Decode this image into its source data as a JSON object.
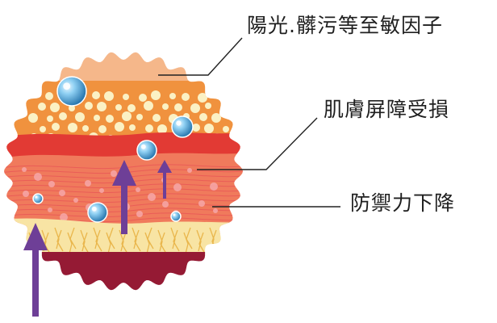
{
  "labels": {
    "external_factors": "陽光.髒污等至敏因子",
    "barrier_damaged": "肌膚屏障受損",
    "defense_decreased": "防禦力下降"
  },
  "colors": {
    "top_layer": "#f5b78a",
    "dots_layer": "#f0923e",
    "dot": "#fbf1c4",
    "red_band": "#e23a34",
    "dermis": "#f07a5c",
    "fiber": "#e33a52",
    "lower_layer": "#f8e4a4",
    "fat_lines": "#e9b64c",
    "base": "#951a34",
    "arrow": "#6e3f97",
    "bubble": "#3d9fd9",
    "leader_line": "#222222"
  }
}
